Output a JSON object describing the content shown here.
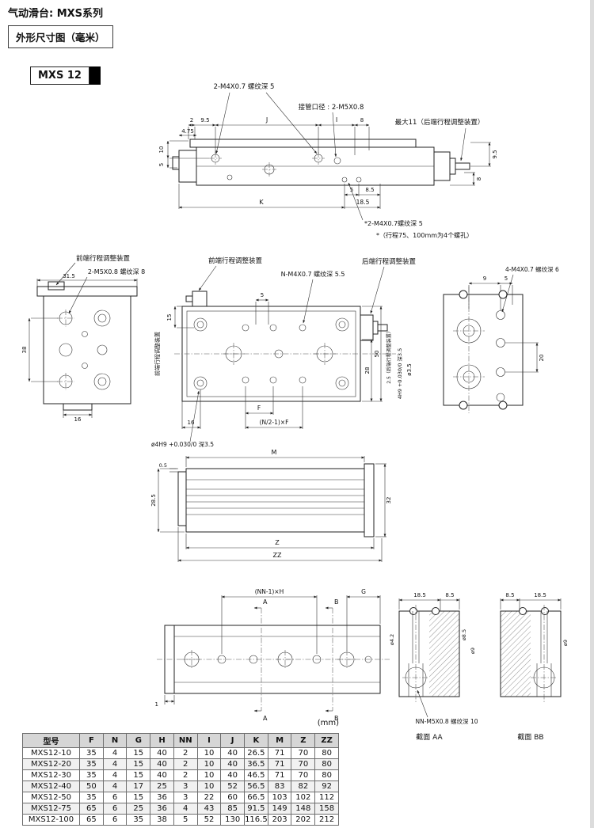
{
  "page": {
    "title": "气动滑台: MXS系列",
    "subtitle": "外形尺寸图（毫米）",
    "model": "MXS 12",
    "unit_note": "(mm)"
  },
  "drawing_top": {
    "thread_label": "2-M4X0.7 螺纹深 5",
    "port_label": "接管口径 : 2-M5X0.8",
    "max_stroke_label": "最大11（后端行程调整装置）",
    "dim_2": "2",
    "dim_9_5_top": "9.5",
    "dim_4_75": "4.75",
    "dim_J": "J",
    "dim_I": "I",
    "dim_8_top": "8",
    "dim_10_left": "10",
    "dim_5_left": "5",
    "dim_9_5_right": "9.5",
    "dim_8_right": "8",
    "dim_5_bottom": "5",
    "dim_8_5_bottom": "8.5",
    "dim_K": "K",
    "dim_18_5": "18.5",
    "star_thread_label": "*2-M4X0.7螺纹深 5",
    "star_note": "*（行程75、100mm为4个螺孔）"
  },
  "drawing_front_left": {
    "front_adjuster_label": "前端行程调整装置",
    "thread_label": "2-M5X0.8 螺纹深 8",
    "dim_31_5": "31.5",
    "dim_38": "38",
    "dim_16": "16"
  },
  "drawing_plan": {
    "front_adjuster_label": "前端行程调整装置",
    "front_adjuster_vertical": "前端行程调整装置",
    "rear_adjuster_label": "后端行程调整装置",
    "thread_label": "N-M4X0.7 螺纹深 5.5",
    "dim_5": "5",
    "dim_15": "15",
    "dim_F": "F",
    "dim_16": "16",
    "pitch_formula": "(N/2-1)×F",
    "hole_label": "ø4H9 +0.030/0 深3.5",
    "dim_28": "28",
    "dim_50": "50",
    "rear_offset_label": "2.5（后端行程调整装置）",
    "hole_label_right": "4H9 +0.030/0 深3.5",
    "dia_3_5": "ø3.5"
  },
  "drawing_front_right": {
    "thread_label": "4-M4X0.7 螺纹深 6",
    "dim_9": "9",
    "dim_5": "5",
    "dim_20": "20"
  },
  "drawing_side": {
    "dim_M": "M",
    "dim_0_5": "0.5",
    "dim_28_5": "28.5",
    "dim_32": "32",
    "dim_Z": "Z",
    "dim_ZZ": "ZZ"
  },
  "drawing_bottom": {
    "pitch_label": "(NN-1)×H",
    "dim_G": "G",
    "section_a": "A",
    "section_b": "B",
    "thread_label": "NN-M5X0.8 螺纹深 10",
    "dim_1": "1"
  },
  "sections": {
    "aa": {
      "title": "截面 AA",
      "dim_18_5": "18.5",
      "dim_8_5": "8.5",
      "dia_4_2": "ø4.2",
      "dia_8_5": "ø8.5",
      "dia_9": "ø9"
    },
    "bb": {
      "title": "截面 BB",
      "dim_8_5": "8.5",
      "dim_18_5": "18.5",
      "dia_9": "ø9"
    }
  },
  "table": {
    "headers": [
      "型号",
      "F",
      "N",
      "G",
      "H",
      "NN",
      "I",
      "J",
      "K",
      "M",
      "Z",
      "ZZ"
    ],
    "rows": [
      [
        "MXS12-10",
        "35",
        "4",
        "15",
        "40",
        "2",
        "10",
        "40",
        "26.5",
        "71",
        "70",
        "80"
      ],
      [
        "MXS12-20",
        "35",
        "4",
        "15",
        "40",
        "2",
        "10",
        "40",
        "36.5",
        "71",
        "70",
        "80"
      ],
      [
        "MXS12-30",
        "35",
        "4",
        "15",
        "40",
        "2",
        "10",
        "40",
        "46.5",
        "71",
        "70",
        "80"
      ],
      [
        "MXS12-40",
        "50",
        "4",
        "17",
        "25",
        "3",
        "10",
        "52",
        "56.5",
        "83",
        "82",
        "92"
      ],
      [
        "MXS12-50",
        "35",
        "6",
        "15",
        "36",
        "3",
        "22",
        "60",
        "66.5",
        "103",
        "102",
        "112"
      ],
      [
        "MXS12-75",
        "65",
        "6",
        "25",
        "36",
        "4",
        "43",
        "85",
        "91.5",
        "149",
        "148",
        "158"
      ],
      [
        "MXS12-100",
        "65",
        "6",
        "35",
        "38",
        "5",
        "52",
        "130",
        "116.5",
        "203",
        "202",
        "212"
      ]
    ]
  }
}
